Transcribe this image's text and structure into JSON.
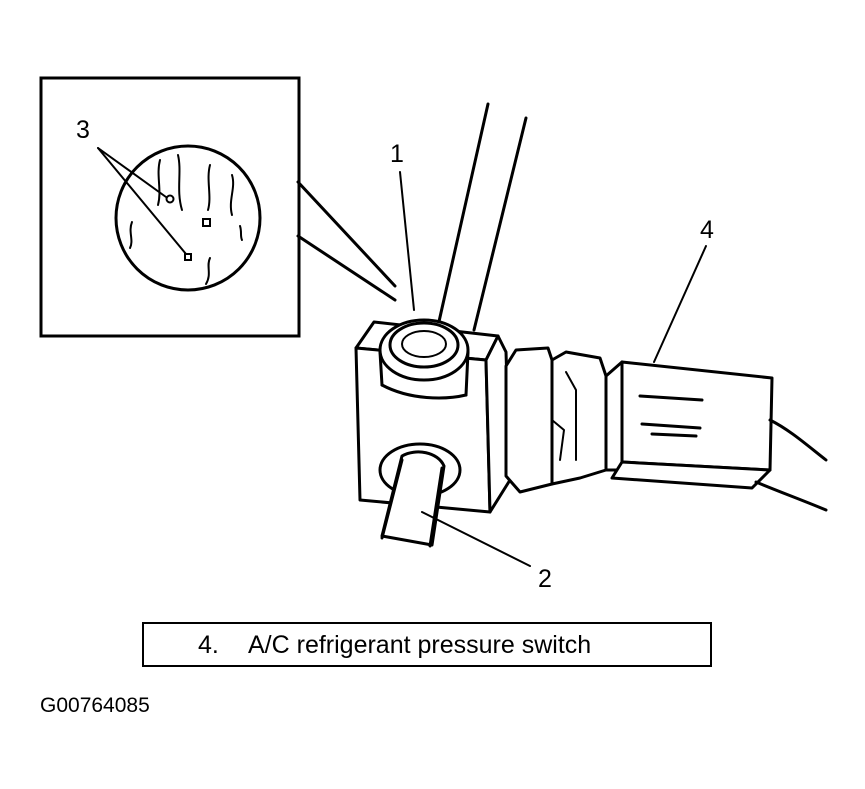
{
  "callouts": {
    "c1": "1",
    "c2": "2",
    "c3": "3",
    "c4": "4"
  },
  "legend": {
    "number": "4.",
    "text": "A/C refrigerant pressure switch"
  },
  "figure_code": "G00764085"
}
